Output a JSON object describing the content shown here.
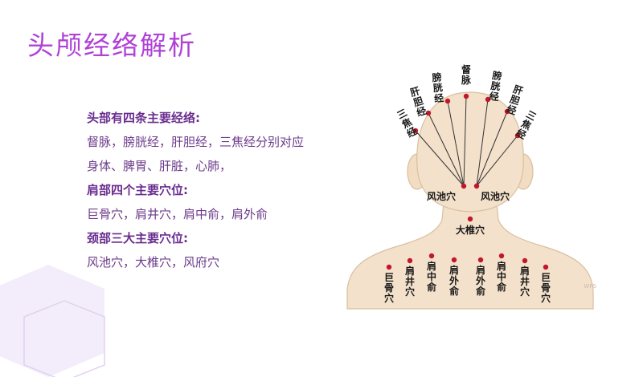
{
  "title": "头颅经络解析",
  "lines": [
    {
      "text": "头部有四条主要经络:",
      "style": "heading"
    },
    {
      "text": "督脉，膀胱经，肝胆经，三焦经分别对应",
      "style": "body"
    },
    {
      "text": "身体、脾胃、肝脏，心肺，",
      "style": "body"
    },
    {
      "text": "肩部四个主要穴位:",
      "style": "heading"
    },
    {
      "text": "巨骨穴，肩井穴，肩中俞，肩外俞",
      "style": "body"
    },
    {
      "text": "颈部三大主要穴位:",
      "style": "heading"
    },
    {
      "text": "风池穴，大椎穴，风府穴",
      "style": "body"
    }
  ],
  "diagram": {
    "meridians": [
      "三焦经",
      "肝胆经",
      "膀胱经",
      "督脉",
      "膀胱经",
      "肝胆经",
      "三焦经"
    ],
    "fengchi_left": "风池穴",
    "fengchi_right": "风池穴",
    "dazhui": "大椎穴",
    "shoulder_points": [
      "巨骨穴",
      "肩井穴",
      "肩中俞",
      "肩外俞",
      "肩外俞",
      "肩中俞",
      "肩井穴",
      "巨骨穴"
    ]
  },
  "colors": {
    "title": "#b042d6",
    "skin": "#f4e1cb",
    "outline": "#d9bfa0",
    "dot": "#c0182b"
  }
}
